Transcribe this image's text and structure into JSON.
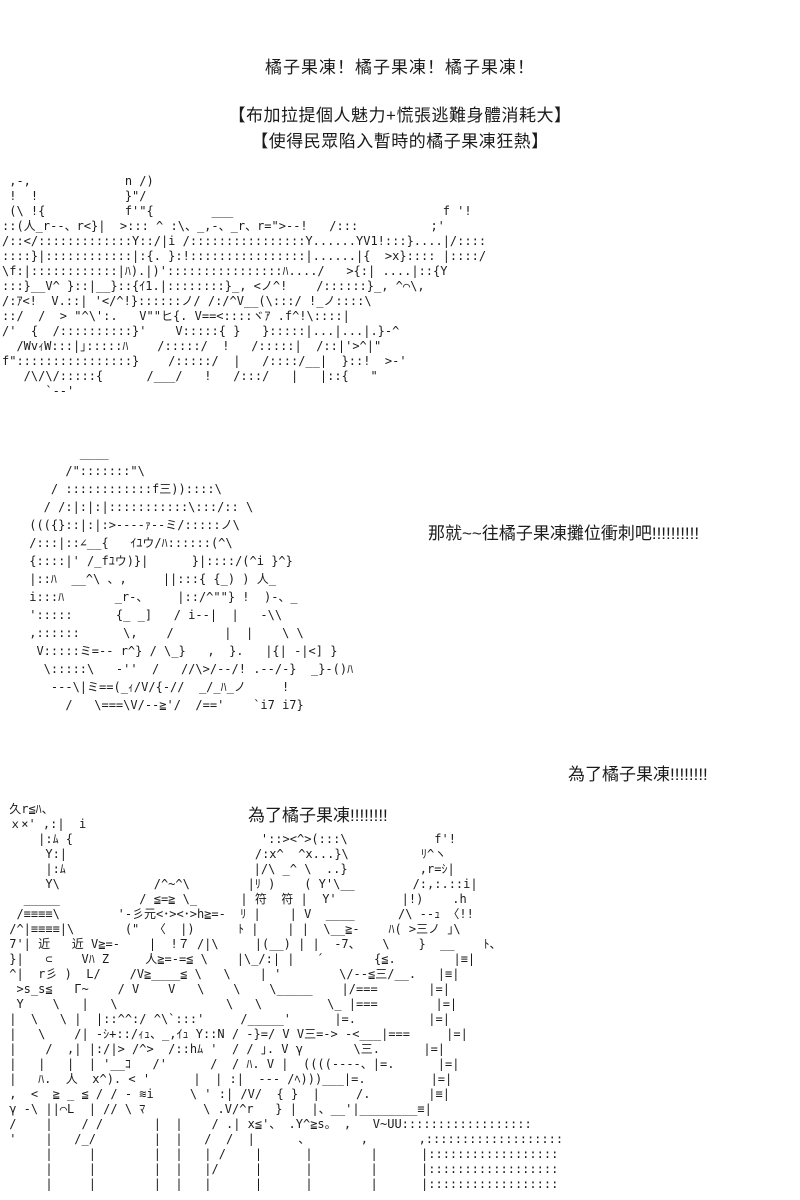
{
  "page": {
    "background": "#ffffff",
    "text_color": "#1b1b1b"
  },
  "header": {
    "chant_line": "橘子果凍！橘子果凍！橘子果凍！",
    "effect_line_1": "【布加拉提個人魅力+慌張逃難身體消耗大】",
    "effect_line_2": "【使得民眾陷入暫時的橘子果凍狂熱】"
  },
  "dialogue": {
    "charge_line": "那就~~往橘子果凍攤位衝刺吧!!!!!!!!!!",
    "cheer_right": "為了橘子果凍!!!!!!!!",
    "cheer_left": "為了橘子果凍!!!!!!!!"
  },
  "ascii_art": {
    "crowd_top": {
      "description": "ascii-art crowd panic scene",
      "lines": [
        " ,-,             n /)",
        " !  !            }\"/",
        " (\\ !{           f'\"{        ___                             f '!",
        "::(人_r--、r<}|  >::: ^ :\\、_,-、_r、r=\">--!   /:::          ;'",
        "/::</:::::::::::::Y::/|i /::::::::::::::::Y......YV1!:::}....|/::::",
        "::::}|::::::::::::|:{. }:!::::::::::::::::|......|{  >x}:::: |::::/",
        "\\f:|::::::::::::|ﾊ).|)'::::::::::::::::ﾊ..../   >{:| ....|::{Y",
        ":::}__V^ }::|__}::{ｲ1.|::::::::}_, <ノ^!    /::::::}_, ^⌒\\,",
        "/:ｱ<!  V.::| '</^!}::::::ノ/ /:/^V__(\\:::/ !_ノ::::\\",
        "::/  /  > \"^\\':.   V\"\"ヒ{. V==<::::ヾｱ .f^!\\::::|",
        "/'  {  /::::::::::}'    V:::::{ }   }:::::|...|...|.}-^",
        "  /WvｨW:::|｣:::::ﾊ    /:::::/  !   /:::::|  /::|'>^|\"",
        "f\"::::::::::::::::}    /:::::/  |   /::::/__|  }::!  >-'",
        "   /\\/\\/:::::{      /___/   !   /:::/   |   |::{   \"",
        "      `--'"
      ]
    },
    "character_face": {
      "description": "ascii-art character face pointing forward",
      "lines": [
        "        ____",
        "      /\":::::::\"\\",
        "    / ::::::::::::f三))::::\\",
        "   / /:|:|:|:::::::::::\\:::/:: \\",
        " ((({}::|:|:>----ｧ--ミ/:::::ノ\\",
        " /:::|::∠__{   ｲﾕウ/ﾊ::::::(^\\",
        " {::::|' /_fﾕウ)}|      }|::::/(^i }^}",
        " |::ﾊ  __^\\ 、,     ||:::{ {_) ) 人_",
        " i:::ﾊ       _r-、    |::/^\"\"} !  )-、_",
        " ':::::      {_ _]   / i--|  |   -\\\\",
        " ,::::::      \\,    /       |  |    \\ \\",
        "  V:::::ミ=-- r^} / \\_}   ,  }.   |{| -|<] }",
        "   \\:::::\\   -''  /   //\\>/--/! .--/-}  _}-()ﾊ",
        "    ---\\|ミ==(_ｨ/V/{-//  _/_ﾊ_ノ     !",
        "      /   \\===\\V/--≧'/  /=='    `i7 i7}"
      ]
    },
    "crowd_bottom": {
      "description": "ascii-art cheering crowd with talisman and mob faces",
      "lines": [
        " 久r≦ﾊ、",
        " ｘ×' ,:|  i",
        "     |:ﾑ {                          '::><^>(:::\\            f'!",
        "      Y:|                          /:x^  ^x...}\\          ﾘ^ヽ",
        "      |:ﾑ                          |/\\ _^ \\  ..}          ,r=ｼ|",
        "      Y\\             /^~^\\        |ﾘ )    ( Y'\\__        /:,:.::i|",
        "   _____           / ≦=≧ \\_      | 符  符 |  Y'         |!)    .h",
        "  /≡≡≡≡\\        '-彡元<･><･>h≧=-  ﾘ |    | V  ____      /\\ --ｭ 〈!!",
        " /^|≡≡≡≡|\\       (\"  〈  |)      ﾄ |    | |  \\__≧-    ﾊ( >三ノ ｣\\",
        " 7'| 近   近 V≧=-    |  !７ /|\\     |(__) | |  -7、   \\    }  __    ﾄ、",
        " }|   ⊂    Vﾊ Z     人≧=-=≦ \\    |\\_/:| |   ´       {≦.        |≡|",
        " ^|  r彡 )  L/    /V≧____≦ \\   \\    | '        \\/--≦三/__.   |≡|",
        "  >s_s≦   Γ~    / V    V   \\    \\    \\_____    |/===       |=|",
        "  Y    \\   |   \\               \\   \\         \\_ |===        |=|",
        " |  \\   \\ |  |::^^:/ ^\\`:::'     /_____'      |=.          |=|",
        " |   \\    /| -ｼ+::/ｨｭ、_,ｲｭ Y::N / -}=/ V V三=-> -<___|===     |=|",
        " |    /  ,| |:/|> /^>  /::hﾑ '  / / ｣. V γ       \\三.      |=|",
        " |   |   |  | '__ｺ   /'      /  / ﾊ. V |  ((((----、|=.      |=|",
        " |   ﾊ.  人  x^). < '      |  | :|  --- /ﾍ)))___|=.         |=|",
        " ,  <  ≧ _ ≦ / / - ≋i     \\ ' :| /V/  { }  |     /.        |≡|",
        " γ -\\ ||⌒L  | // \\ ﾏ        \\ .V/^r   } |  |、__'|________≡|",
        " /    |    / /       |  |    / .| x≦'、 .Y^≧s。 ,   V~UU::::::::::::::::::",
        " '    |   /_/        |  |   /  /  |      、       ,       ,:::::::::::::::::::",
        "      |     |        |  |   | /    |      |        |      |::::::::::::::::::",
        "      |     |        |  |   |/     |      |        |      |::::::::::::::::::",
        "      |     |        |  |   |      |      |        |      |::::::::::::::::::"
      ]
    }
  }
}
